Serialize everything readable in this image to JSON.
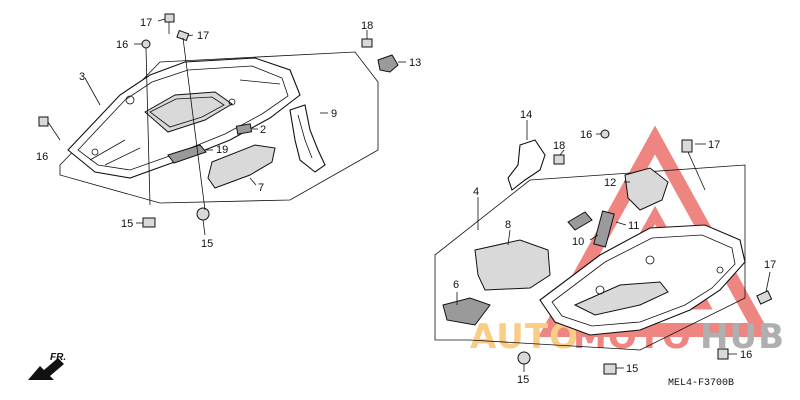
{
  "diagram": {
    "code": "MEL4-F3700B",
    "direction_label": "FR.",
    "watermark": {
      "auto": "AUTO",
      "moto": "MOTO",
      "hub": "HUB",
      "color_orange": "#f5a623",
      "color_red": "#e2231a",
      "color_gray": "#6d6e71"
    },
    "callouts": [
      {
        "id": "c17a",
        "label": "17"
      },
      {
        "id": "c16a",
        "label": "16"
      },
      {
        "id": "c17b",
        "label": "17"
      },
      {
        "id": "c3",
        "label": "3"
      },
      {
        "id": "c18a",
        "label": "18"
      },
      {
        "id": "c13",
        "label": "13"
      },
      {
        "id": "c9",
        "label": "9"
      },
      {
        "id": "c2",
        "label": "2"
      },
      {
        "id": "c19",
        "label": "19"
      },
      {
        "id": "c16b",
        "label": "16"
      },
      {
        "id": "c7",
        "label": "7"
      },
      {
        "id": "c15a",
        "label": "15"
      },
      {
        "id": "c15b",
        "label": "15"
      },
      {
        "id": "c14",
        "label": "14"
      },
      {
        "id": "c18b",
        "label": "18"
      },
      {
        "id": "c16c",
        "label": "16"
      },
      {
        "id": "c17c",
        "label": "17"
      },
      {
        "id": "c12",
        "label": "12"
      },
      {
        "id": "c4",
        "label": "4"
      },
      {
        "id": "c8",
        "label": "8"
      },
      {
        "id": "c10",
        "label": "10"
      },
      {
        "id": "c11",
        "label": "11"
      },
      {
        "id": "c6",
        "label": "6"
      },
      {
        "id": "c17d",
        "label": "17"
      },
      {
        "id": "c16d",
        "label": "16"
      },
      {
        "id": "c15c",
        "label": "15"
      },
      {
        "id": "c15d",
        "label": "15"
      }
    ]
  }
}
